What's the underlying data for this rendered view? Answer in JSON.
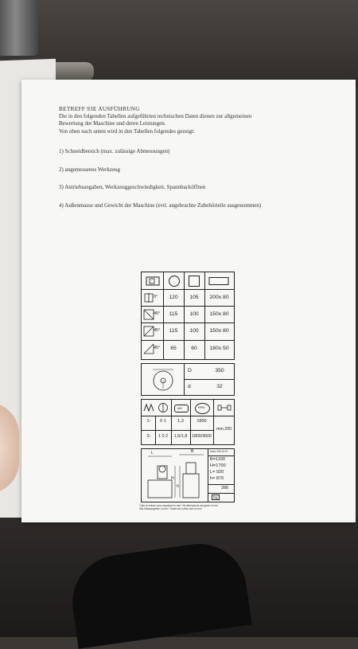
{
  "document": {
    "heading": "BETREFF 93E AUSFÜHRUNG",
    "intro_lines": [
      "Die in den folgenden Tabellen aufgeführten technischen Daten dienen zur allgemeinen",
      "Bewertung der Maschine und deren Leistungen.",
      "Von oben nach unten wird in den Tabellen folgendes gezeigt:"
    ],
    "items": [
      "1) Schneidbereich (max. zulässige Abmessungen)",
      "2) angemessenes Werkzeug",
      "3) Antriebsangaben, Werkzeuggeschwindigkeit, Spannbacköffnen",
      "4) Außenmasse und Gewicht der Maschine (evtl. angebrachte Zubehörteile ausgenommen)"
    ]
  },
  "cutting_table": {
    "header_icons": [
      "square-cross-section-icon",
      "round-cross-section-icon",
      "square-bar-icon",
      "rectangle-bar-icon"
    ],
    "rows": [
      {
        "angle": "0°",
        "icon": "vise-0-deg-icon",
        "round": "120",
        "square": "105",
        "rect": "200x 80"
      },
      {
        "angle": "45°",
        "icon": "vise-45-left-icon",
        "round": "115",
        "square": "100",
        "rect": "150x 80"
      },
      {
        "angle": "45°",
        "icon": "vise-45-right-icon",
        "round": "115",
        "square": "100",
        "rect": "150x 80"
      },
      {
        "angle": "45°",
        "icon": "vise-45-down-icon",
        "round": "65",
        "square": "60",
        "rect": "180x 50"
      }
    ]
  },
  "blade_table": {
    "icon": "saw-blade-icon",
    "label_D": "D",
    "value_D": "350",
    "label_d": "d",
    "value_d": "32"
  },
  "drive_table": {
    "header_icons": [
      "blade-teeth-icon",
      "motor-phase-icon",
      "kw-icon",
      "rpm-icon",
      "vise-opening-icon"
    ],
    "kw_label": "kW",
    "rpm_label": "RPM",
    "rows": [
      {
        "col1": "1-",
        "col2": "0 1",
        "col3": "1,3",
        "col4": "1800"
      },
      {
        "col1": "3-",
        "col2": "1 0 2",
        "col3": "1,5/1,8",
        "col4": "1800/3600"
      }
    ],
    "opening": "mm.200"
  },
  "dimensions_table": {
    "badge": "Velox 350 DH E",
    "label_L": "L",
    "label_B": "B",
    "label_H": "H",
    "label_h": "h",
    "B": "B=1100",
    "H": "H=1700",
    "L": "L=  920",
    "h": "h=  870",
    "kg": "286",
    "kg_unit": "Kg"
  },
  "footer_notes": [
    "Tutte le misure sono espresse in mm / All dimensions are given in mm",
    "Alle Massangaben in mm / Toutes les cotes sont en mm"
  ]
}
